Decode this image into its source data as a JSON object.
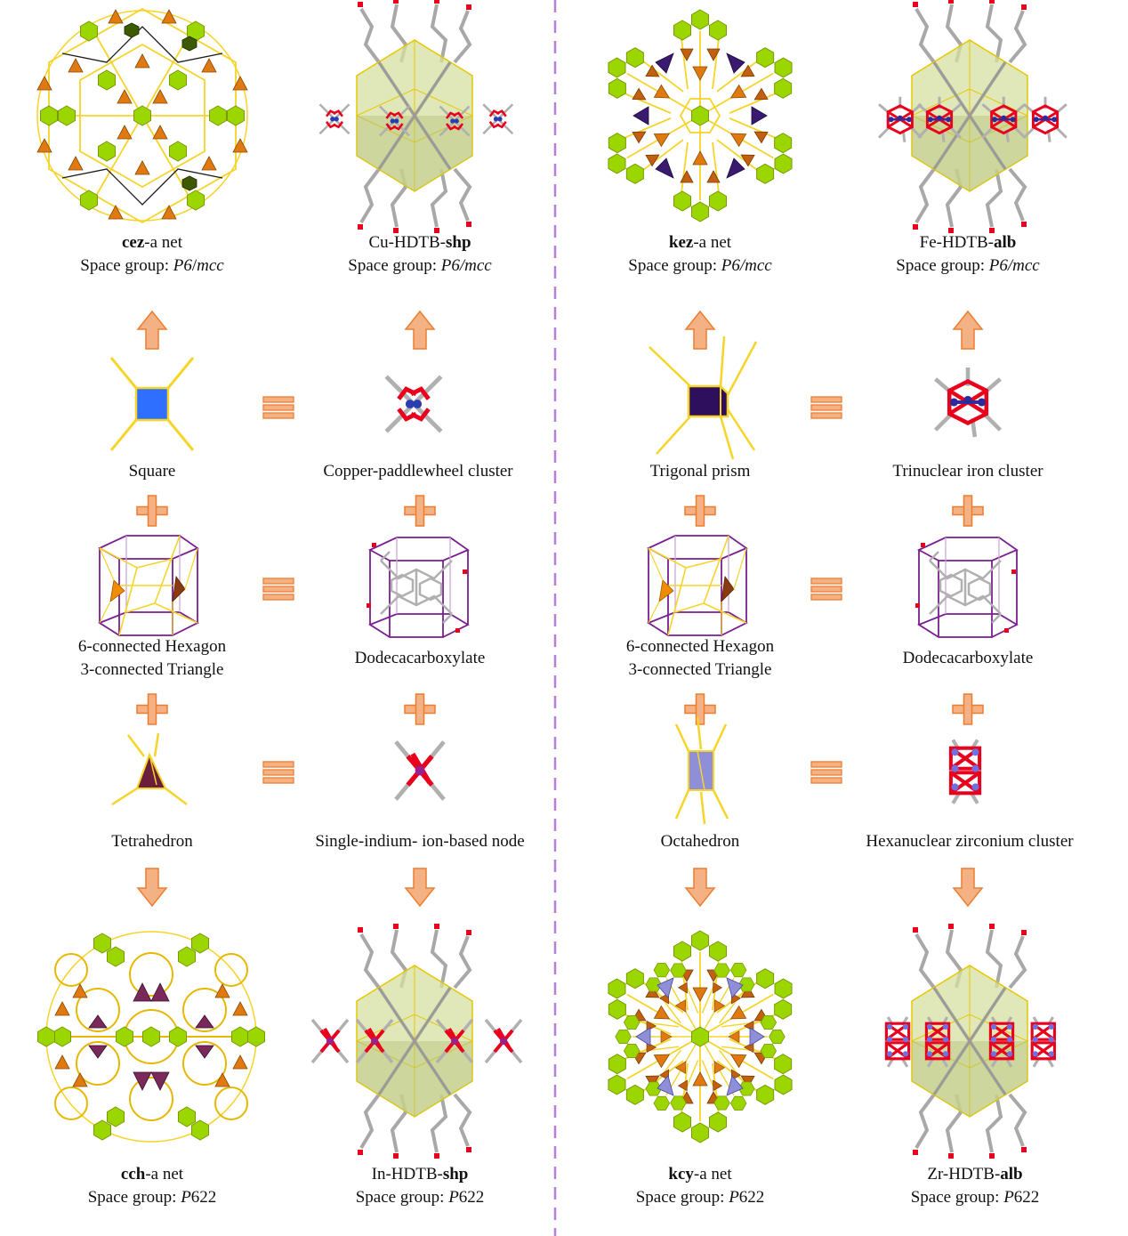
{
  "colors": {
    "divider": "#b57fdc",
    "arrow_fill": "#f4b183",
    "arrow_stroke": "#ed7d31",
    "net_yellow": "#f6d42a",
    "hexagon_green": "#9cd600",
    "triangle_orange": "#e07a10",
    "square_blue": "#2f6fff",
    "prism_indigo": "#3a1a6e",
    "tetra_purple": "#6a1e3c",
    "octa_lavender": "#8e8fd8",
    "frame_purple": "#7a1f8f",
    "oxygen_red": "#e8001c",
    "carbon_gray": "#b0b0b0",
    "cage_green": "#d6dfa0"
  },
  "captions": {
    "cez": {
      "bold": "cez",
      "rest": "-a net",
      "sg_prefix": "Space group: ",
      "sg_value": "P6",
      "sg_italic": "mcc"
    },
    "cu": {
      "pre": "Cu-HDTB-",
      "bold": "shp",
      "sg_prefix": "Space group: ",
      "sg_value": "P6/",
      "sg_italic": "mcc"
    },
    "kez": {
      "bold": "kez",
      "rest": "-a net",
      "sg_prefix": "Space group: ",
      "sg_value": "P6/",
      "sg_italic": "mcc"
    },
    "fe": {
      "pre": "Fe-HDTB-",
      "bold": "alb",
      "sg_prefix": "Space group: ",
      "sg_value": "P6/",
      "sg_italic": "mcc"
    },
    "cch": {
      "bold": "cch",
      "rest": "-a net",
      "sg_prefix": "Space group: ",
      "sg_italic": "P",
      "sg_value": "622"
    },
    "in": {
      "pre": "In-HDTB-",
      "bold": "shp",
      "sg_prefix": "Space group: ",
      "sg_italic": "P",
      "sg_value": "622"
    },
    "kcy": {
      "bold": "kcy",
      "rest": "-a net",
      "sg_prefix": "Space group: ",
      "sg_italic": "P",
      "sg_value": "622"
    },
    "zr": {
      "pre": "Zr-HDTB-",
      "bold": "alb",
      "sg_prefix": "Space group: ",
      "sg_italic": "P",
      "sg_value": "622"
    }
  },
  "labels": {
    "square": "Square",
    "copper_paddlewheel": "Copper-paddlewheel cluster",
    "trigonal_prism": "Trigonal prism",
    "trinuclear_iron": "Trinuclear iron cluster",
    "hexagon_triangle_left_1": "6-connected Hexagon",
    "hexagon_triangle_left_2": "3-connected Triangle",
    "dodecacarboxylate_left": "Dodecacarboxylate",
    "hexagon_triangle_right_1": "6-connected Hexagon",
    "hexagon_triangle_right_2": "3-connected Triangle",
    "dodecacarboxylate_right": "Dodecacarboxylate",
    "tetrahedron": "Tetrahedron",
    "single_indium": "Single-indium- ion-based node",
    "octahedron": "Octahedron",
    "hexanuclear_zirconium": "Hexanuclear  zirconium cluster"
  }
}
